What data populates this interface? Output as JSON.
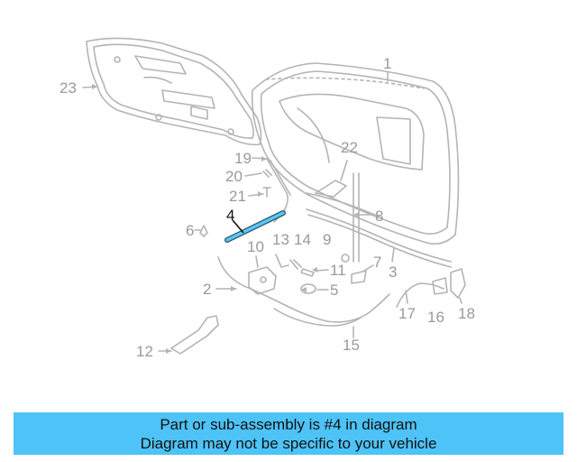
{
  "diagram": {
    "callouts": [
      {
        "num": "1"
      },
      {
        "num": "2"
      },
      {
        "num": "3"
      },
      {
        "num": "4",
        "highlighted": true
      },
      {
        "num": "5"
      },
      {
        "num": "6"
      },
      {
        "num": "7"
      },
      {
        "num": "8"
      },
      {
        "num": "9"
      },
      {
        "num": "10"
      },
      {
        "num": "11"
      },
      {
        "num": "12"
      },
      {
        "num": "13"
      },
      {
        "num": "14"
      },
      {
        "num": "15"
      },
      {
        "num": "16"
      },
      {
        "num": "17"
      },
      {
        "num": "18"
      },
      {
        "num": "19"
      },
      {
        "num": "20"
      },
      {
        "num": "21"
      },
      {
        "num": "22"
      },
      {
        "num": "23"
      }
    ],
    "colors": {
      "line": "#b4b4b4",
      "label": "#9a9a9a",
      "highlight_part": "#5ec8f0",
      "highlight_label": "#111111"
    }
  },
  "info_bar": {
    "line1": "Part or sub-assembly is #4 in diagram",
    "line2": "Diagram may not be specific to your vehicle",
    "background": "#4ec3f7"
  }
}
